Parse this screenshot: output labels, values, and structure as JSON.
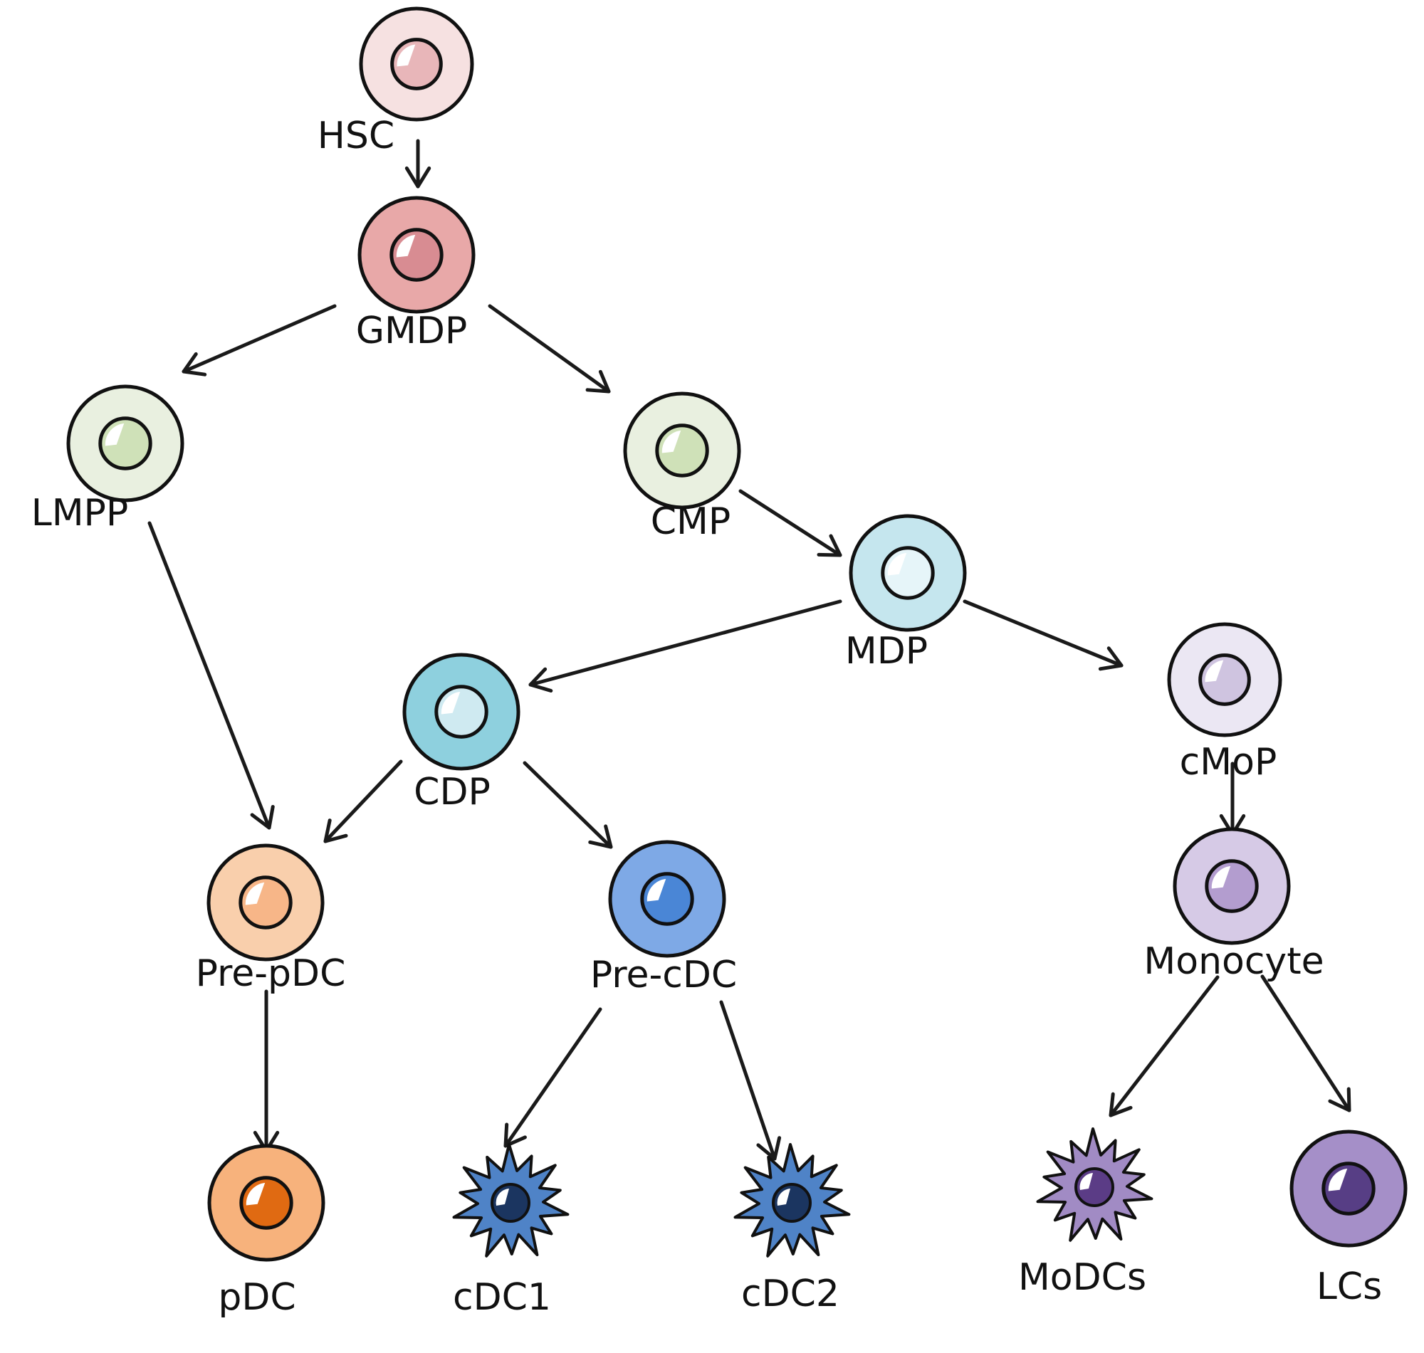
{
  "diagram": {
    "nodes": [
      {
        "id": "hsc",
        "label": "HSC",
        "shape": "round",
        "membrane": "#f6e1e1",
        "nucleus": "#e8b6b9"
      },
      {
        "id": "gmdp",
        "label": "GMDP",
        "shape": "round",
        "membrane": "#e8a8a8",
        "nucleus": "#d88c92"
      },
      {
        "id": "lmpp",
        "label": "LMPP",
        "shape": "round",
        "membrane": "#e9f0e0",
        "nucleus": "#cfe1b8"
      },
      {
        "id": "cmp",
        "label": "CMP",
        "shape": "round",
        "membrane": "#e9f0e0",
        "nucleus": "#cfe1b8"
      },
      {
        "id": "mdp",
        "label": "MDP",
        "shape": "round",
        "membrane": "#c5e6ee",
        "nucleus": "#e6f5f9"
      },
      {
        "id": "cdp",
        "label": "CDP",
        "shape": "round",
        "membrane": "#8ed0de",
        "nucleus": "#cfeaf1"
      },
      {
        "id": "cmop",
        "label": "cMoP",
        "shape": "round",
        "membrane": "#ebe7f3",
        "nucleus": "#cfc4e0"
      },
      {
        "id": "pre-pdc",
        "label": "Pre-pDC",
        "shape": "round",
        "membrane": "#f9cfac",
        "nucleus": "#f7b688"
      },
      {
        "id": "pre-cdc",
        "label": "Pre-cDC",
        "shape": "round",
        "membrane": "#7ea9e6",
        "nucleus": "#4a86d6"
      },
      {
        "id": "monocyte",
        "label": "Monocyte",
        "shape": "round",
        "membrane": "#d6cae6",
        "nucleus": "#b39dcf"
      },
      {
        "id": "pdc",
        "label": "pDC",
        "shape": "round",
        "membrane": "#f7b27c",
        "nucleus": "#e06a12"
      },
      {
        "id": "cdc1",
        "label": "cDC1",
        "shape": "dendritic",
        "membrane": "#4f83c7",
        "nucleus": "#1b3560"
      },
      {
        "id": "cdc2",
        "label": "cDC2",
        "shape": "dendritic",
        "membrane": "#4f83c7",
        "nucleus": "#1b3560"
      },
      {
        "id": "modcs",
        "label": "MoDCs",
        "shape": "dendritic",
        "membrane": "#a18bc4",
        "nucleus": "#5b3c86"
      },
      {
        "id": "lcs",
        "label": "LCs",
        "shape": "round",
        "membrane": "#a58fc8",
        "nucleus": "#573e85"
      }
    ],
    "edges": [
      {
        "from": "hsc",
        "to": "gmdp"
      },
      {
        "from": "gmdp",
        "to": "lmpp"
      },
      {
        "from": "gmdp",
        "to": "cmp"
      },
      {
        "from": "cmp",
        "to": "mdp"
      },
      {
        "from": "lmpp",
        "to": "pre-pdc"
      },
      {
        "from": "mdp",
        "to": "cdp"
      },
      {
        "from": "mdp",
        "to": "cmop"
      },
      {
        "from": "cdp",
        "to": "pre-pdc"
      },
      {
        "from": "cdp",
        "to": "pre-cdc"
      },
      {
        "from": "cmop",
        "to": "monocyte"
      },
      {
        "from": "pre-pdc",
        "to": "pdc"
      },
      {
        "from": "pre-cdc",
        "to": "cdc1"
      },
      {
        "from": "pre-cdc",
        "to": "cdc2"
      },
      {
        "from": "monocyte",
        "to": "modcs"
      },
      {
        "from": "monocyte",
        "to": "lcs"
      }
    ]
  }
}
